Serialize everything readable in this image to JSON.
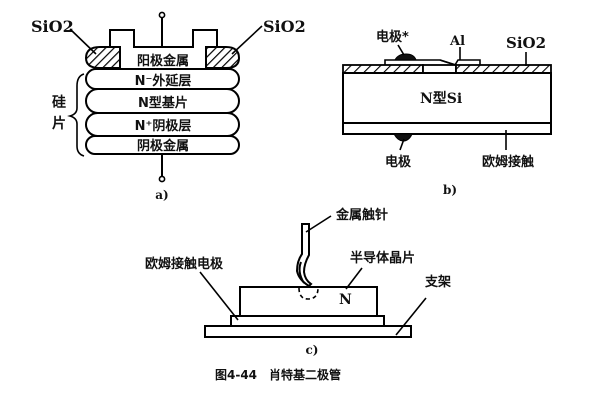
{
  "figure": {
    "caption": "图4-44　肖特基二极管"
  },
  "panel_a": {
    "sub_label": "a)",
    "sio2_left": "SiO2",
    "sio2_right": "SiO2",
    "anode_metal": "阳极金属",
    "layers": [
      "N⁻外延层",
      "N型基片",
      "N⁺阴极层",
      "阴极金属"
    ],
    "brace_label_1": "硅",
    "brace_label_2": "片"
  },
  "panel_b": {
    "sub_label": "b)",
    "electrode_top": "电极*",
    "al": "Al",
    "sio2": "SiO2",
    "substrate": "N型Si",
    "electrode_bottom": "电极",
    "ohmic_contact": "欧姆接触"
  },
  "panel_c": {
    "sub_label": "c)",
    "metal_probe": "金属触针",
    "semiconductor_chip": "半导体晶片",
    "n_region": "N",
    "ohmic_electrode": "欧姆接触电极",
    "bracket": "支架"
  }
}
